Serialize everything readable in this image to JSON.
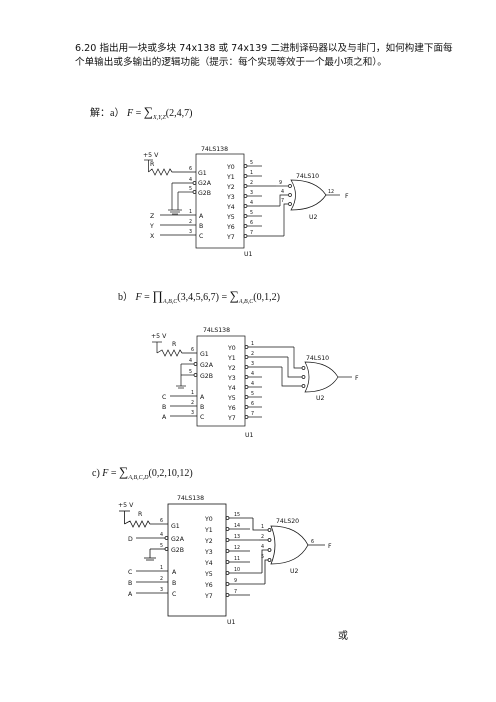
{
  "problem": {
    "number": "6.20",
    "text": "指出用一块或多块 74x138 或 74x139 二进制译码器以及与非门，如何构建下面每个单输出或多输出的逻辑功能（提示：每个实现等效于一个最小项之和）。"
  },
  "part_a": {
    "label": "解：a）",
    "F": "F",
    "eq": "=",
    "sum": "∑",
    "sub": "X,Y,Z",
    "args": "(2,4,7)"
  },
  "part_b": {
    "label": "b）",
    "F": "F",
    "eq": "=",
    "prod": "∏",
    "sub1": "A,B,C",
    "args1": "(3,4,5,6,7)",
    "eq2": "=",
    "sum": "∑",
    "sub2": "A,B,C",
    "args2": "(0,1,2)"
  },
  "part_c": {
    "label": "c)",
    "F": "F",
    "eq": "=",
    "sum": "∑",
    "sub": "A,B,C,D",
    "args": "(0,2,10,12)"
  },
  "or_text": "或",
  "circuits": {
    "a": {
      "chip": "74LS138",
      "supply": "+5 V",
      "resistor": "R",
      "unit": "U1",
      "gate": "74LS10",
      "gate_unit": "U2",
      "out": "F",
      "out_pin": "12",
      "gate_pins": [
        "9",
        "4",
        "7"
      ],
      "in_pins": [
        "6",
        "4",
        "5"
      ],
      "in_labels": [
        "G1",
        "G2A",
        "G2B"
      ],
      "sel_pins": [
        "1",
        "2",
        "3"
      ],
      "sel_labels": [
        "A",
        "B",
        "C"
      ],
      "sel_inputs": [
        "Z",
        "Y",
        "X"
      ],
      "out_labels": [
        "Y0",
        "Y1",
        "Y2",
        "Y3",
        "Y4",
        "Y5",
        "Y6",
        "Y7"
      ],
      "out_pins": [
        "5",
        "1",
        "2",
        "3",
        "4",
        "5",
        "6",
        "7"
      ]
    },
    "b": {
      "chip": "74LS138",
      "supply": "+5 V",
      "resistor": "R",
      "unit": "U1",
      "gate": "74LS10",
      "gate_unit": "U2",
      "out": "F",
      "in_pins": [
        "6",
        "4",
        "5"
      ],
      "in_labels": [
        "G1",
        "G2A",
        "G2B"
      ],
      "sel_pins": [
        "1",
        "2",
        "3"
      ],
      "sel_labels": [
        "A",
        "B",
        "C"
      ],
      "sel_inputs": [
        "C",
        "B",
        "A"
      ],
      "out_labels": [
        "Y0",
        "Y1",
        "Y2",
        "Y3",
        "Y4",
        "Y5",
        "Y6",
        "Y7"
      ],
      "out_pins": [
        "1",
        "2",
        "3",
        "4",
        "4",
        "5",
        "6",
        "7"
      ]
    },
    "c": {
      "chip": "74LS138",
      "supply": "+5 V",
      "resistor": "R",
      "unit": "U1",
      "gate": "74LS20",
      "gate_unit": "U2",
      "out": "F",
      "out_pin": "6",
      "gate_pins": [
        "1",
        "2",
        "4",
        "5"
      ],
      "in_pins": [
        "6",
        "4",
        "5"
      ],
      "in_labels": [
        "G1",
        "G2A",
        "G2B"
      ],
      "g2a_input": "D",
      "sel_pins": [
        "1",
        "2",
        "3"
      ],
      "sel_labels": [
        "A",
        "B",
        "C"
      ],
      "sel_inputs": [
        "C",
        "B",
        "A"
      ],
      "out_labels": [
        "Y0",
        "Y1",
        "Y2",
        "Y3",
        "Y4",
        "Y5",
        "Y6",
        "Y7"
      ],
      "out_pins": [
        "15",
        "14",
        "13",
        "12",
        "11",
        "10",
        "9",
        "7"
      ]
    }
  }
}
